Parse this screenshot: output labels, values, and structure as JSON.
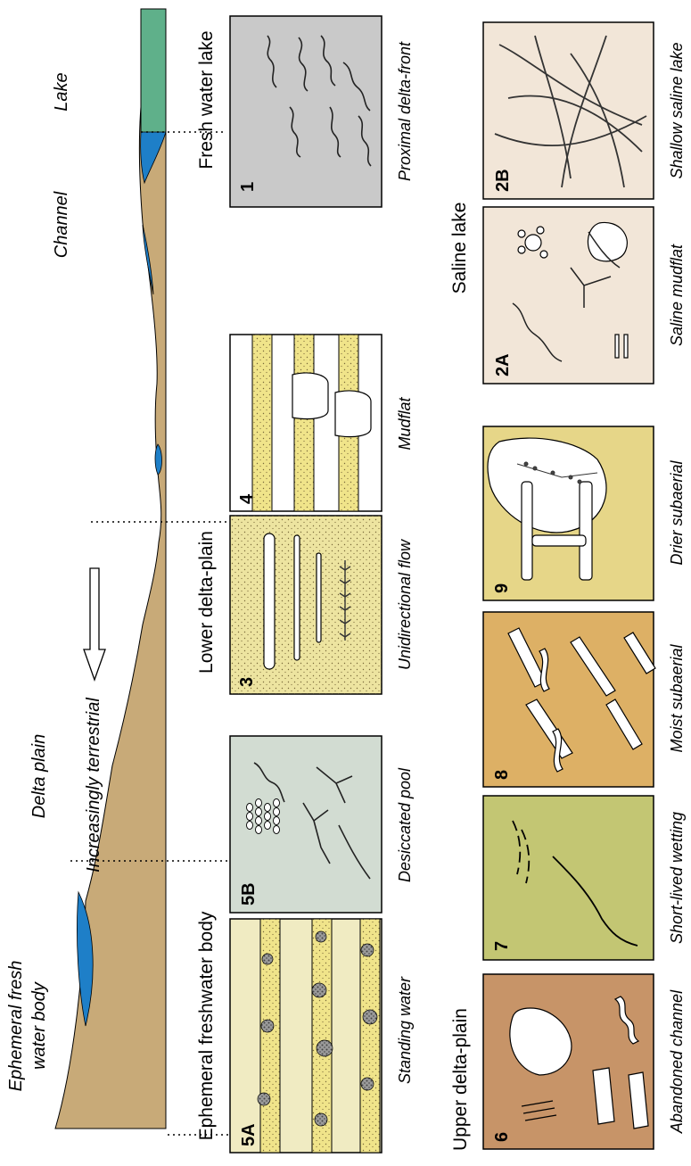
{
  "profile": {
    "labels": {
      "lake": "Lake",
      "channel": "Channel",
      "delta_plain": "Delta plain",
      "trend": "Increasingly terrestrial",
      "ephemeral_line1": "Ephemeral fresh",
      "ephemeral_line2": "water body"
    },
    "colors": {
      "sediment": "#c8aa78",
      "water": "#1e7fc8",
      "lake": "#5fb08a"
    }
  },
  "groups": {
    "fresh_water_lake": "Fresh water lake",
    "lower_delta_plain": "Lower delta-plain",
    "ephemeral_freshwater_body": "Ephemeral freshwater body",
    "saline_lake": "Saline lake",
    "upper_delta_plain": "Upper delta-plain"
  },
  "panels": [
    {
      "id": "1",
      "caption": "Proximal delta-front",
      "color": "#c9c9c9"
    },
    {
      "id": "4",
      "caption": "Mudflat",
      "color": "#ffffff"
    },
    {
      "id": "3",
      "caption": "Unidirectional flow",
      "color": "#ede4a0"
    },
    {
      "id": "5B",
      "caption": "Desiccated pool",
      "color": "#d2dcd2"
    },
    {
      "id": "5A",
      "caption": "Standing water",
      "color": "#f0ebc2"
    },
    {
      "id": "2B",
      "caption": "Shallow saline lake",
      "color": "#f2e6d8"
    },
    {
      "id": "2A",
      "caption": "Saline mudflat",
      "color": "#f2e6d8"
    },
    {
      "id": "9",
      "caption": "Drier subaerial",
      "color": "#e6d688"
    },
    {
      "id": "8",
      "caption": "Moist subaerial",
      "color": "#ddb065"
    },
    {
      "id": "7",
      "caption": "Short-lived wetting",
      "color": "#c3c673"
    },
    {
      "id": "6",
      "caption": "Abandoned channel",
      "color": "#c79468"
    }
  ]
}
